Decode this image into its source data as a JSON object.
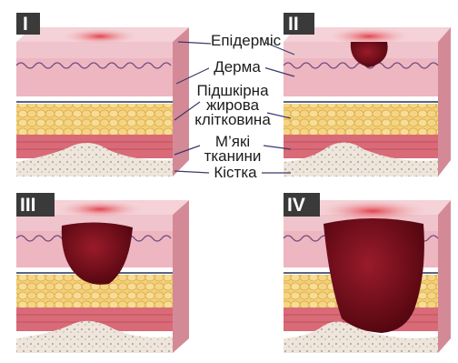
{
  "stages": [
    {
      "numeral": "I"
    },
    {
      "numeral": "II"
    },
    {
      "numeral": "III"
    },
    {
      "numeral": "IV"
    }
  ],
  "layers": {
    "epidermis": "Епідерміс",
    "dermis": "Дерма",
    "subcutaneous": [
      "Підшкірна",
      "жирова",
      "клітковина"
    ],
    "soft_tissue": [
      "М’які",
      "тканини"
    ],
    "bone": "Кістка"
  },
  "colors": {
    "epidermis": "#f2c9cf",
    "dermis": "#edb6c1",
    "fat": "#f3cf76",
    "muscle": "#d96a78",
    "bone": "#ece4da",
    "ulcer": "#6e0b17",
    "wound_glow": "#e8404a",
    "numeral_bg": "#3a3a3a"
  }
}
